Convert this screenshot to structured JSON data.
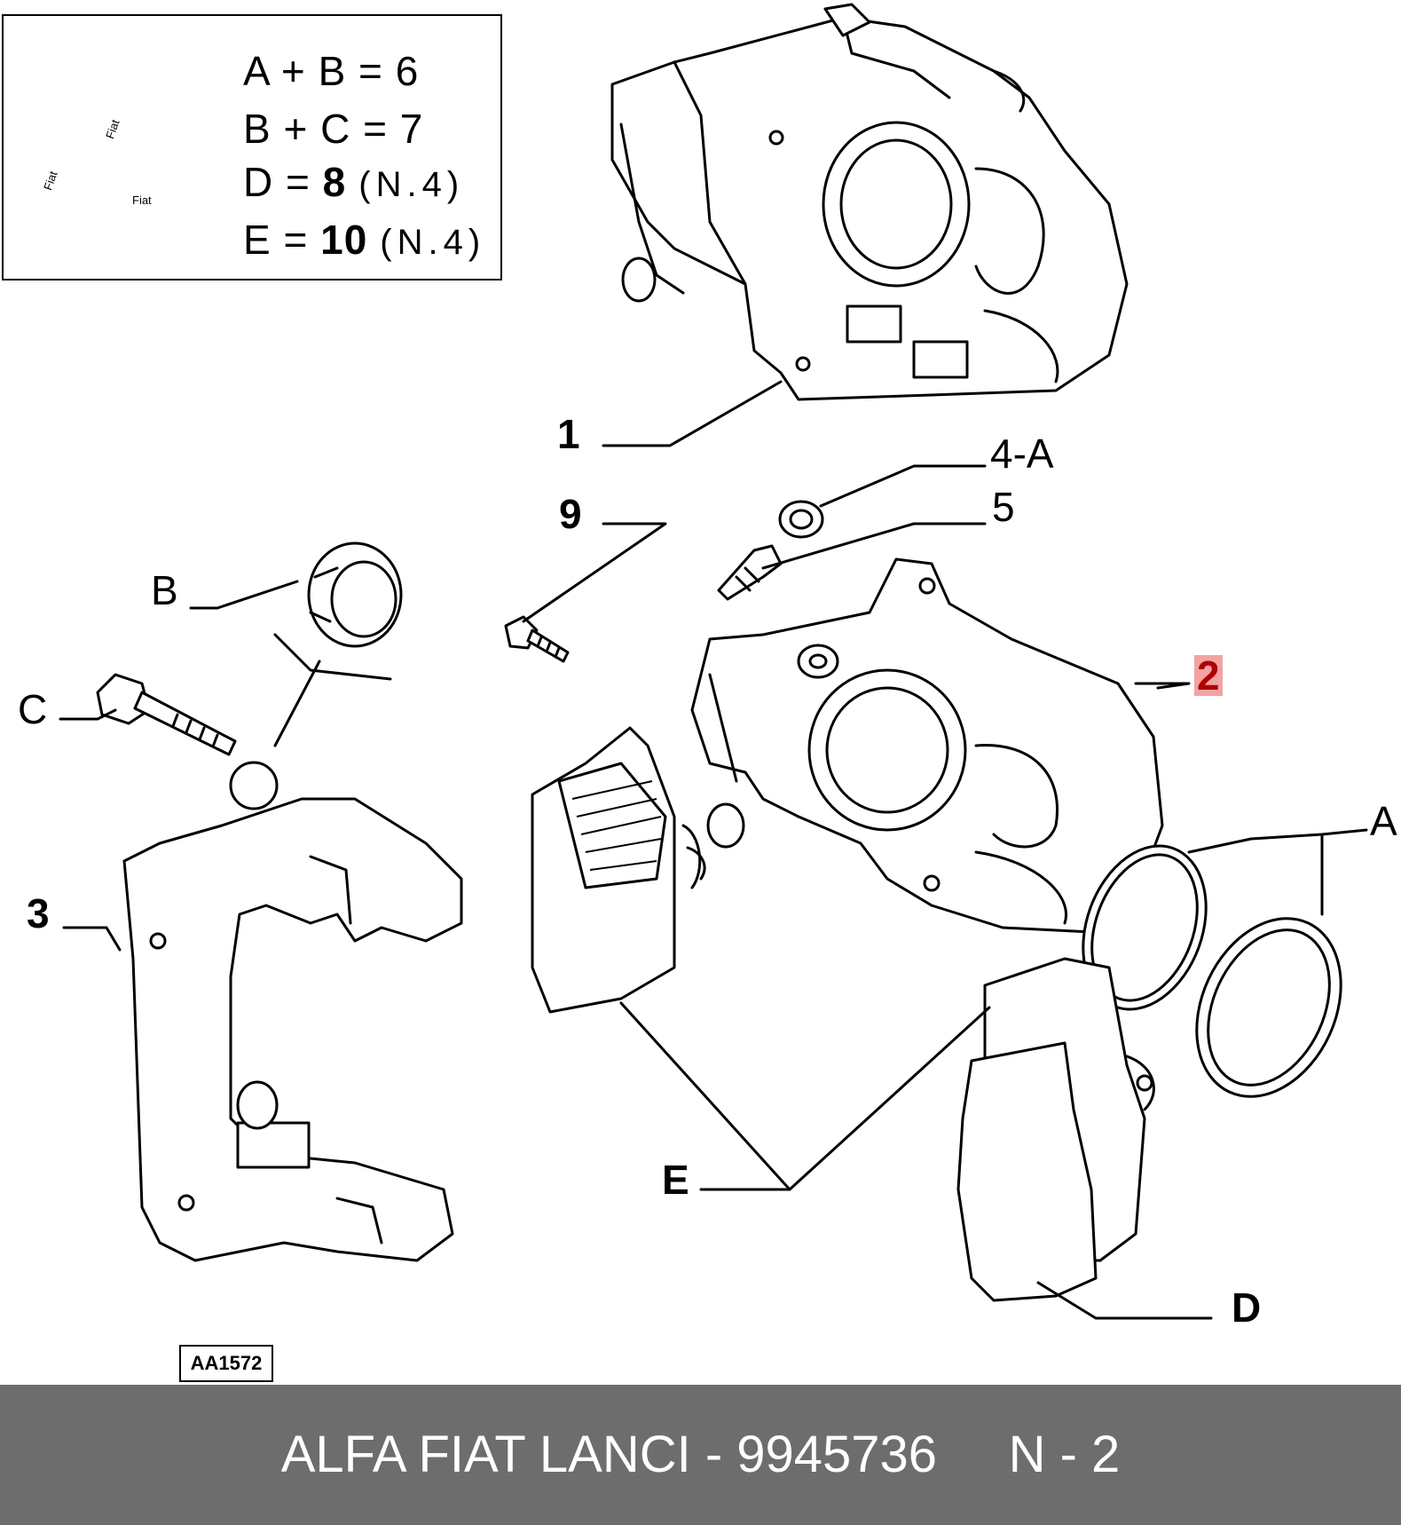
{
  "legend": {
    "rows": [
      {
        "expr": "A + B = ",
        "value": "6",
        "qty": ""
      },
      {
        "expr": "B + C = ",
        "value": "7",
        "qty": ""
      },
      {
        "expr": "D = ",
        "value": "8",
        "qty": "(N.4)"
      },
      {
        "expr": "E = ",
        "value": "10",
        "qty": "(N.4)"
      }
    ],
    "brand_marks": [
      "Fiat",
      "Fiat",
      "Fiat"
    ]
  },
  "callouts": {
    "c1": "1",
    "c2": "2",
    "c3": "3",
    "c4a": "4-A",
    "c5": "5",
    "c9": "9",
    "cA": "A",
    "cB": "B",
    "cC": "C",
    "cD": "D",
    "cE": "E"
  },
  "diagram_code": "AA1572",
  "footer": {
    "text": "ALFA FIAT LANCI - 9945736     N - 2"
  }
}
